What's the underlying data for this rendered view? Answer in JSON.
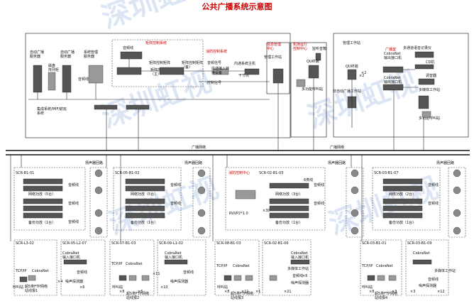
{
  "title": "公共广播系统示意图",
  "watermark": "深圳虹视",
  "top": {
    "server_auto1": "自动广播\n服务器",
    "magnetic_array": "磁盘\n阵列柜",
    "server_auto2": "自动广播\n服务器",
    "server_mgmt": "系统管理\n服务器",
    "audio_freq": "音频线",
    "matrix_sys": "矩阵控制系统",
    "matrix_ctrl_label": "矩阵控制矩阵",
    "matrix_main": "矩阵控制矩阵\n（主）",
    "matrix_backup": "矩阵控制矩阵\n（备）",
    "audio_signal": "音频信号",
    "control_signal": "控制信号",
    "fire_alarm": "消防控制系统",
    "internal_access": "内通接入转\n换设备",
    "dry_contact": "干节点",
    "intercom_host": "内通系统主机",
    "info_center": "信息管理\n中心",
    "mgmt_ws": "管理工作站",
    "airport_center": "机场运行\n控制中心",
    "amplified_speaker": "监听音箱",
    "qu_terminal": "QU终端",
    "multi_paging": "多功能呼叫站",
    "broadcast_room": "广播室",
    "mgmt_ws2": "管理工作站",
    "qu_terminal2": "QU终端",
    "x2": "×2",
    "auto_broadcast_ws": "非自动广播工作站",
    "cobranet_port1": "CobraNet\n输出接口机",
    "cobranet_port2": "CobraNet\n输出接口机",
    "multichannel_rec": "多通道语音记录仪",
    "cd_player": "CD机",
    "tuner": "调音器",
    "multi_media_ws": "多媒体工作站",
    "multi_paging2": "多功能呼叫站",
    "integrated_sys": "集成系统/IMF/航班\n系统"
  },
  "network_label1": "广播网络",
  "network_label2": "广播网络",
  "zones": [
    {
      "id": "SCR-B1-01",
      "cabinet": "SCR-B1-01",
      "amp_net": "网络功放（5台）",
      "amp_backup": "备份功放（1台）",
      "audio_line": "音频线",
      "speaker_loop": "扬声器回路"
    },
    {
      "id": "SCR-05-B1-02",
      "cabinet": "SCR-05-B1-02",
      "amp_net": "网络功放（5台）",
      "amp_backup": "备份功放（1台）",
      "audio_line": "音频线",
      "speaker_loop": "扬声器回路"
    },
    {
      "id": "SCR-02-B1-05",
      "cabinet": "SCR-02-B1-05",
      "fire_center": "消防控制中心",
      "amp_net": "网络功放（3台）",
      "amp_backup": "备份功放（1台）",
      "audio_line": "音频线",
      "speaker_loop": "扬声器回路",
      "rvvp": "RVVP2*1.0",
      "x30": "×30",
      "x6": "6类线"
    },
    {
      "id": "SCR-03-B1-07",
      "cabinet": "SCR-03-B1-07",
      "amp_net": "网络功放（2台）",
      "amp_backup": "备份功放（1台）",
      "audio_line": "音频线",
      "speaker_loop": "扬声器回路"
    }
  ],
  "sub_zones": [
    {
      "cab": "SCR-L3-02",
      "tcp": "TCP/IP",
      "cobranet": "CobraNet",
      "paging": "呼叫站",
      "note": "超5类FTP网络\n站线报1"
    },
    {
      "cab": "SCR-05-L2-07",
      "cobranet_port": "CobraNet\n输入接口机",
      "audio": "音频线",
      "detector": "噪声探测器",
      "x4": "×4",
      "x6": "×6"
    },
    {
      "cab": "SCR-07-B1-03",
      "tcp": "TCP/IP",
      "cobranet": "CobraNet",
      "paging": "呼叫站",
      "note": "超5类FTP网络\n站线报2",
      "x8": "×8",
      "x6": "×6"
    },
    {
      "cab": "SCR-09-L1-02",
      "cobranet_port": "CobraNet\n输入接口机",
      "audio": "音频线",
      "detector": "噪声探测器",
      "x10": "×10",
      "x11": "×11"
    },
    {
      "cab": "SCR-08-B1-03",
      "tcp": "TCP/IP",
      "cobranet": "CobraNet",
      "paging": "呼叫站",
      "note": "超5类FTP网络\n站线报3",
      "x8": "×8",
      "x11": "×11",
      "x1": "×1"
    },
    {
      "cab": "SCR-02-B1-06",
      "cobranet_port": "CobraNet\n输入接口机",
      "audio": "音频线",
      "detector": "噪声探测器",
      "x21": "×21",
      "x6": "×6",
      "multi": "多媒体工作站"
    },
    {
      "cab": "SCR-03-B1-01",
      "tcp": "TCP/IP",
      "cobranet": "CobraNet",
      "paging": "呼叫站",
      "note": "超5类FTP网络\n站线报4",
      "x8": "×8",
      "x3": "×3"
    },
    {
      "cab": "SCR-03-B1-09",
      "cobranet_port": "CobraNet",
      "audio": "音频线",
      "detector": "噪声探测器",
      "x12": "×12",
      "x3": "×3",
      "multi": "多媒体工作站"
    }
  ],
  "labels": {
    "six_cat": "6类线",
    "audio_line": "音频线",
    "x2": "×2"
  }
}
